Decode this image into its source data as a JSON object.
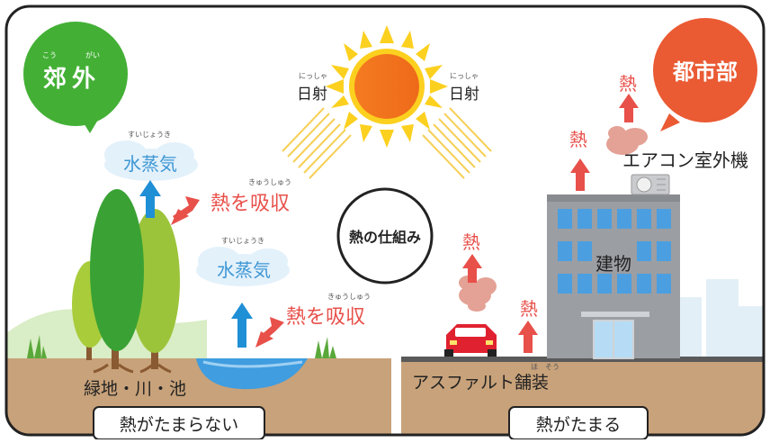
{
  "suburb": {
    "badge": "郊外",
    "badge_ruby_1": "こう",
    "badge_ruby_2": "がい",
    "steam_1": "水蒸気",
    "steam_1_ruby": "すいじょうき",
    "absorb_1": "熱を吸収",
    "absorb_1_ruby": "きゅうしゅう",
    "steam_2": "水蒸気",
    "steam_2_ruby": "すいじょうき",
    "absorb_2": "熱を吸収",
    "absorb_2_ruby": "きゅうしゅう",
    "ground_label": "緑地・川・池",
    "result": "熱がたまらない"
  },
  "center": {
    "title": "熱の仕組み",
    "sun_label_left": "日射",
    "sun_label_left_ruby": "にっしゃ",
    "sun_label_right": "日射",
    "sun_label_right_ruby": "にっしゃ"
  },
  "city": {
    "badge": "都市部",
    "aircon_label": "エアコン室外機",
    "building_label": "建物",
    "heat_1": "熱",
    "heat_2": "熱",
    "heat_3": "熱",
    "heat_4": "熱",
    "ground_label": "アスファルト舗装",
    "ground_ruby_1": "ほ",
    "ground_ruby_2": "そう",
    "result": "熱がたまる"
  },
  "colors": {
    "suburb_badge": "#43b035",
    "city_badge": "#ea5a33",
    "steam_text": "#3e97d4",
    "heat_text": "#e8504a",
    "sun": "#f07a1a",
    "ground": "#c8a27a"
  }
}
